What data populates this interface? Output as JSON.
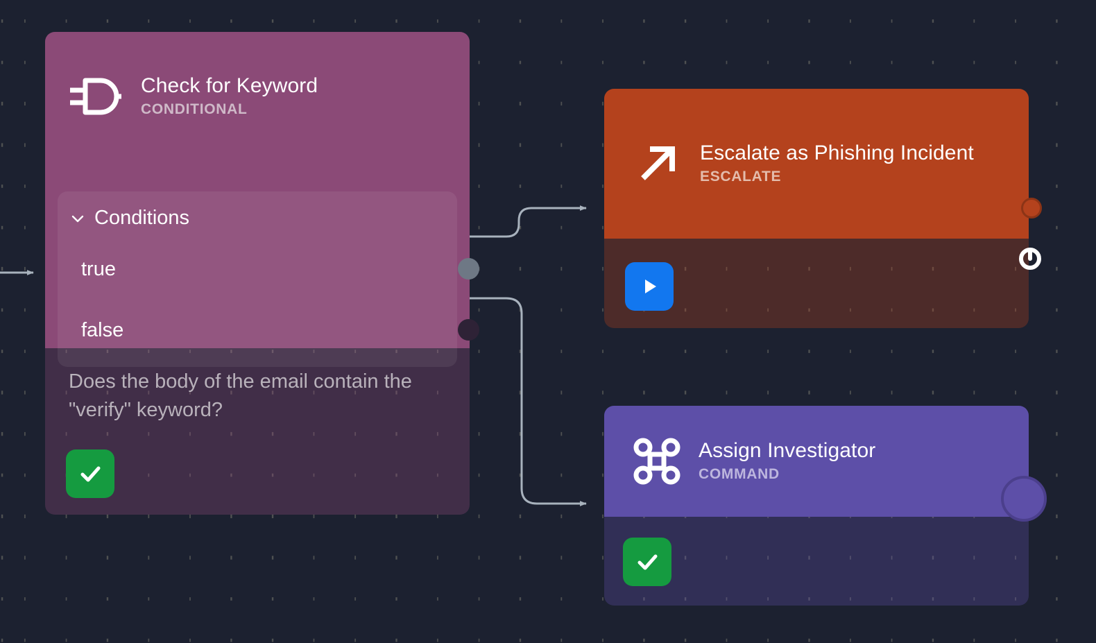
{
  "canvas": {
    "background_color": "#1c2130",
    "grid_dot_color": "#4d4d46"
  },
  "nodes": [
    {
      "id": "conditional",
      "title": "Check for Keyword",
      "subtitle": "CONDITIONAL",
      "icon": "logic-gate-icon",
      "color": "#8b4a77",
      "panel": {
        "title": "Conditions",
        "expanded_icon": "chevron-down-icon",
        "rows": [
          {
            "label": "true",
            "port_color": "#6e7885"
          },
          {
            "label": "false",
            "port_color": "#2e2236"
          }
        ]
      },
      "description": "Does the body of the email contain the \"verify\" keyword?",
      "status_button": {
        "icon": "check-icon",
        "color": "#159b40"
      }
    },
    {
      "id": "escalate",
      "title": "Escalate as Phishing Incident",
      "subtitle": "ESCALATE",
      "icon": "arrow-up-right-icon",
      "color": "#b4421d",
      "edge_icon": "power-icon",
      "port_color": "#b4421d",
      "action_button": {
        "icon": "play-icon",
        "color": "#1277ef"
      }
    },
    {
      "id": "command",
      "title": "Assign Investigator",
      "subtitle": "COMMAND",
      "icon": "command-icon",
      "color": "#5d4fa8",
      "port_color": "#5d4fa8",
      "status_button": {
        "icon": "check-icon",
        "color": "#159b40"
      }
    }
  ],
  "edges": [
    {
      "id": "edge-incoming",
      "from": "",
      "to": "conditional",
      "color": "#a8b2bd"
    },
    {
      "id": "edge-true",
      "from": "conditional.true",
      "to": "escalate",
      "color": "#a8b2bd"
    },
    {
      "id": "edge-false",
      "from": "conditional.false",
      "to": "command",
      "color": "#a8b2bd"
    }
  ]
}
